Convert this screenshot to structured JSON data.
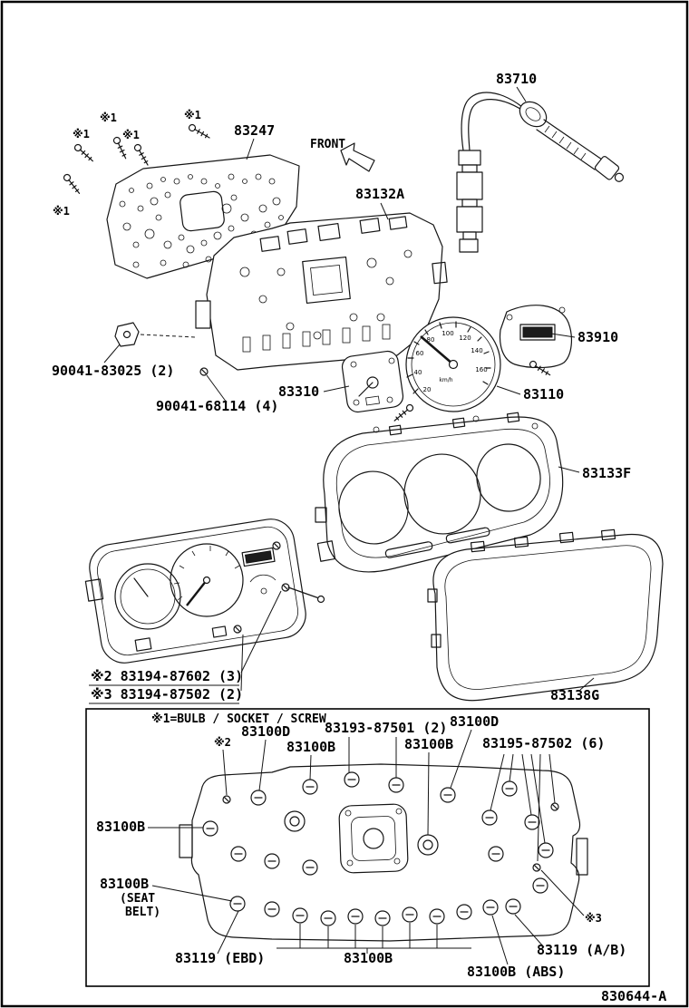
{
  "doc_number": "830644-A",
  "front_label": "FRONT",
  "marks": {
    "m1": "※1",
    "m2": "※2",
    "m3": "※3"
  },
  "parts": {
    "cable": "83710",
    "plate": "83247",
    "board": "83132A",
    "odometer_module": "83910",
    "clip": "90041-83025 (2)",
    "screw_set": "90041-68114 (4)",
    "sub_gauge": "83310",
    "speedometer": "83110",
    "hood": "83133F",
    "lens": "83138G"
  },
  "footnotes": {
    "note2": "※2 83194-87602 (3)",
    "note3": "※3 83194-87502 (2)"
  },
  "speedo_dial": {
    "ticks": [
      "20",
      "40",
      "60",
      "80",
      "100",
      "120",
      "140",
      "160"
    ],
    "unit": "km/h"
  },
  "bulb_box": {
    "legend": "※1=BULB / SOCKET / SCREW",
    "socket_d_left": "83100D",
    "harness_label": "83193-87501 (2)",
    "socket_d_right": "83100D",
    "socket_b_upper_left": "83100B",
    "socket_b_upper_right": "83100B",
    "screw_set6": "83195-87502 (6)",
    "mark2": "※2",
    "socket_b_left": "83100B",
    "socket_b_seatbelt": "83100B",
    "seatbelt_line1": "(SEAT",
    "seatbelt_line2": "BELT)",
    "label_ebd": "83119 (EBD)",
    "socket_b_bottom": "83100B",
    "label_abs": "83100B (ABS)",
    "label_airbag": "83119 (A/B)",
    "mark3": "※3"
  }
}
